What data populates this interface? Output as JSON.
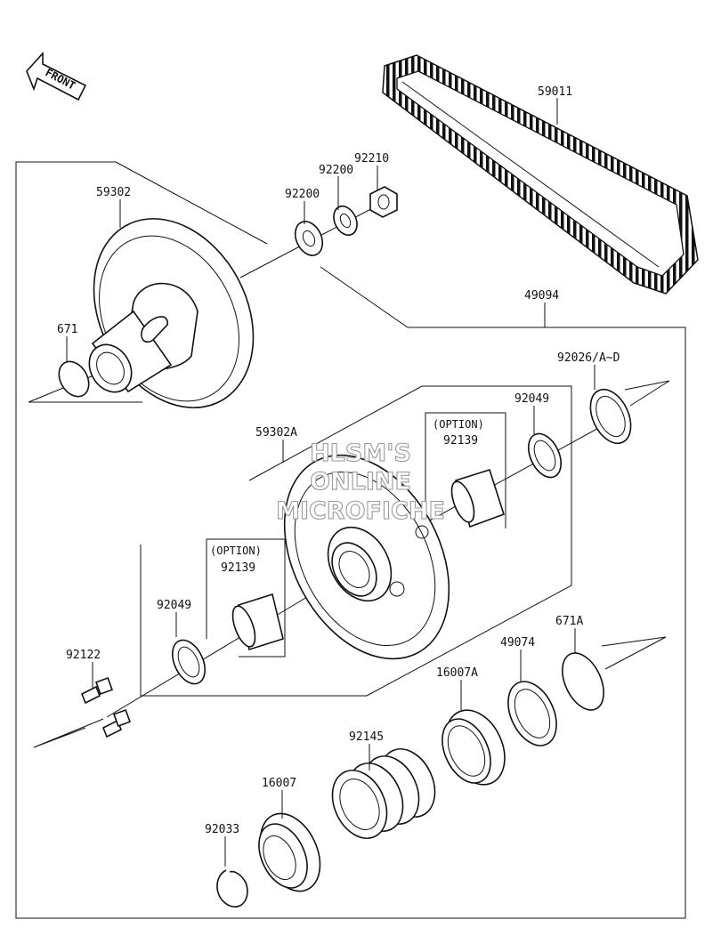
{
  "direction_arrow": {
    "label": "FRONT",
    "icon": "front-arrow-icon"
  },
  "watermark": {
    "lines": [
      "HLSM'S",
      "ONLINE",
      "MICROFICHE"
    ]
  },
  "callouts": {
    "belt": "59011",
    "nut": "92210",
    "washer_outer": "92200",
    "washer_inner": "92200",
    "fixed_sheave": "59302",
    "o_ring_small": "671",
    "assembly": "49094",
    "shim": "92026/A~D",
    "seal_right": "92049",
    "option_right_tag": "(OPTION)",
    "bushing_right": "92139",
    "movable_sheave": "59302A",
    "option_left_tag": "(OPTION)",
    "bushing_left": "92139",
    "seal_left": "92049",
    "grease_nipple": "92122",
    "o_ring_large": "671A",
    "seal_ring": "49074",
    "cam": "16007A",
    "spring": "92145",
    "cam_holder": "16007",
    "circlip": "92033"
  }
}
